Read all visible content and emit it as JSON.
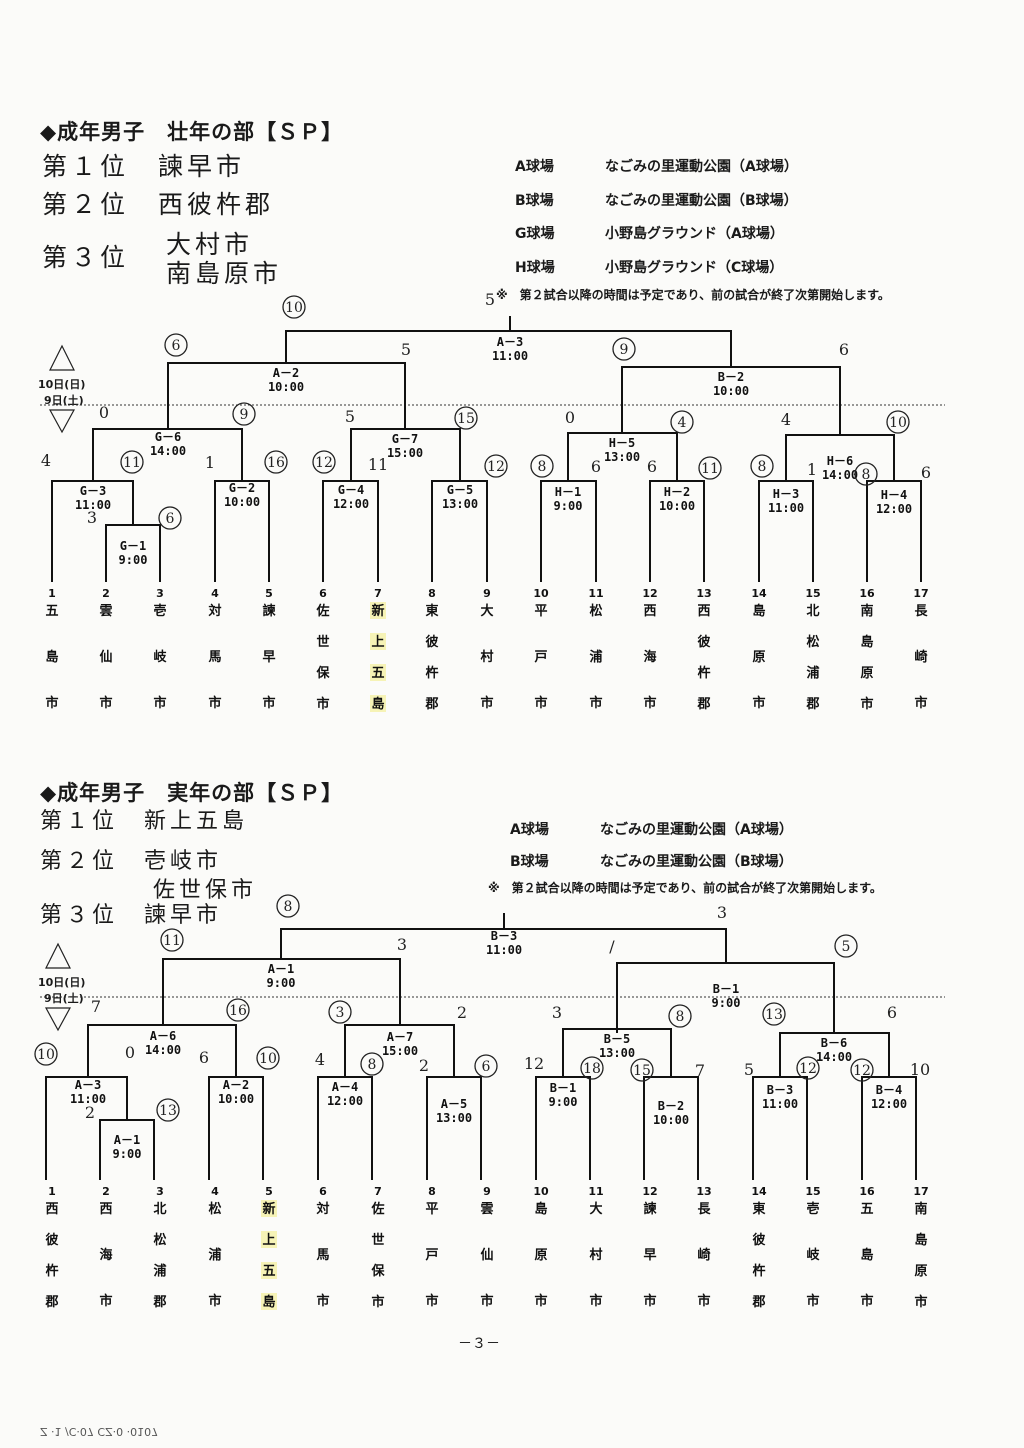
{
  "section1": {
    "title": "◆成年男子　壮年の部【ＳＰ】",
    "ranks": [
      {
        "label": "第１位",
        "team": "諫早市"
      },
      {
        "label": "第２位",
        "team": "西彼杵郡"
      },
      {
        "label": "第３位",
        "team": "大村市"
      },
      {
        "label": "",
        "team": "南島原市"
      }
    ],
    "venues": [
      {
        "code": "A球場",
        "name": "なごみの里運動公園（A球場）"
      },
      {
        "code": "B球場",
        "name": "なごみの里運動公園（B球場）"
      },
      {
        "code": "G球場",
        "name": "小野島グラウンド（A球場）"
      },
      {
        "code": "H球場",
        "name": "小野島グラウンド（C球場）"
      }
    ],
    "note": "※　第２試合以降の時間は予定であり、前の試合が終了次第開始します。",
    "date_top": "10日(日)",
    "date_bottom": "9日(土)",
    "teams": [
      {
        "num": "1",
        "chars": [
          "五",
          "島",
          "市"
        ]
      },
      {
        "num": "2",
        "chars": [
          "雲",
          "仙",
          "市"
        ]
      },
      {
        "num": "3",
        "chars": [
          "壱",
          "岐",
          "市"
        ]
      },
      {
        "num": "4",
        "chars": [
          "対",
          "馬",
          "市"
        ]
      },
      {
        "num": "5",
        "chars": [
          "諫",
          "早",
          "市"
        ]
      },
      {
        "num": "6",
        "chars": [
          "佐",
          "世",
          "保",
          "市"
        ]
      },
      {
        "num": "7",
        "chars": [
          "新",
          "上",
          "五",
          "島"
        ]
      },
      {
        "num": "8",
        "chars": [
          "東",
          "彼",
          "杵",
          "郡"
        ]
      },
      {
        "num": "9",
        "chars": [
          "大",
          "村",
          "市"
        ]
      },
      {
        "num": "10",
        "chars": [
          "平",
          "戸",
          "市"
        ]
      },
      {
        "num": "11",
        "chars": [
          "松",
          "浦",
          "市"
        ]
      },
      {
        "num": "12",
        "chars": [
          "西",
          "海",
          "市"
        ]
      },
      {
        "num": "13",
        "chars": [
          "西",
          "彼",
          "杵",
          "郡"
        ]
      },
      {
        "num": "14",
        "chars": [
          "島",
          "原",
          "市"
        ]
      },
      {
        "num": "15",
        "chars": [
          "北",
          "松",
          "浦",
          "郡"
        ]
      },
      {
        "num": "16",
        "chars": [
          "南",
          "島",
          "原",
          "市"
        ]
      },
      {
        "num": "17",
        "chars": [
          "長",
          "崎",
          "市"
        ]
      }
    ],
    "matches": [
      {
        "id": "G－1",
        "time": "9:00"
      },
      {
        "id": "G－3",
        "time": "11:00"
      },
      {
        "id": "G－2",
        "time": "10:00"
      },
      {
        "id": "G－4",
        "time": "12:00"
      },
      {
        "id": "G－5",
        "time": "13:00"
      },
      {
        "id": "H－1",
        "time": "9:00"
      },
      {
        "id": "H－2",
        "time": "10:00"
      },
      {
        "id": "H－3",
        "time": "11:00"
      },
      {
        "id": "H－4",
        "time": "12:00"
      },
      {
        "id": "G－6",
        "time": "14:00"
      },
      {
        "id": "G－7",
        "time": "15:00"
      },
      {
        "id": "H－5",
        "time": "13:00"
      },
      {
        "id": "H－6",
        "time": "14:00"
      },
      {
        "id": "A－2",
        "time": "10:00"
      },
      {
        "id": "B－2",
        "time": "10:00"
      },
      {
        "id": "A－3",
        "time": "11:00"
      }
    ]
  },
  "section2": {
    "title": "◆成年男子　実年の部【ＳＰ】",
    "ranks": [
      {
        "label": "第１位",
        "team": "新上五島"
      },
      {
        "label": "第２位",
        "team": "壱岐市"
      },
      {
        "label": "",
        "team": "佐世保市"
      },
      {
        "label": "第３位",
        "team": "諫早市"
      }
    ],
    "venues": [
      {
        "code": "A球場",
        "name": "なごみの里運動公園（A球場）"
      },
      {
        "code": "B球場",
        "name": "なごみの里運動公園（B球場）"
      }
    ],
    "note": "※　第２試合以降の時間は予定であり、前の試合が終了次第開始します。",
    "date_top": "10日(日)",
    "date_bottom": "9日(土)",
    "teams": [
      {
        "num": "1",
        "chars": [
          "西",
          "彼",
          "杵",
          "郡"
        ]
      },
      {
        "num": "2",
        "chars": [
          "西",
          "海",
          "市"
        ]
      },
      {
        "num": "3",
        "chars": [
          "北",
          "松",
          "浦",
          "郡"
        ]
      },
      {
        "num": "4",
        "chars": [
          "松",
          "浦",
          "市"
        ]
      },
      {
        "num": "5",
        "chars": [
          "新",
          "上",
          "五",
          "島"
        ]
      },
      {
        "num": "6",
        "chars": [
          "対",
          "馬",
          "市"
        ]
      },
      {
        "num": "7",
        "chars": [
          "佐",
          "世",
          "保",
          "市"
        ]
      },
      {
        "num": "8",
        "chars": [
          "平",
          "戸",
          "市"
        ]
      },
      {
        "num": "9",
        "chars": [
          "雲",
          "仙",
          "市"
        ]
      },
      {
        "num": "10",
        "chars": [
          "島",
          "原",
          "市"
        ]
      },
      {
        "num": "11",
        "chars": [
          "大",
          "村",
          "市"
        ]
      },
      {
        "num": "12",
        "chars": [
          "諫",
          "早",
          "市"
        ]
      },
      {
        "num": "13",
        "chars": [
          "長",
          "崎",
          "市"
        ]
      },
      {
        "num": "14",
        "chars": [
          "東",
          "彼",
          "杵",
          "郡"
        ]
      },
      {
        "num": "15",
        "chars": [
          "壱",
          "岐",
          "市"
        ]
      },
      {
        "num": "16",
        "chars": [
          "五",
          "島",
          "市"
        ]
      },
      {
        "num": "17",
        "chars": [
          "南",
          "島",
          "原",
          "市"
        ]
      }
    ],
    "matches": [
      {
        "id": "A－1",
        "time": "9:00"
      },
      {
        "id": "A－3",
        "time": "11:00"
      },
      {
        "id": "A－2",
        "time": "10:00"
      },
      {
        "id": "A－4",
        "time": "12:00"
      },
      {
        "id": "A－5",
        "time": "13:00"
      },
      {
        "id": "B－1",
        "time": "9:00"
      },
      {
        "id": "B－2",
        "time": "10:00"
      },
      {
        "id": "B－3",
        "time": "11:00"
      },
      {
        "id": "B－4",
        "time": "12:00"
      },
      {
        "id": "A－6",
        "time": "14:00"
      },
      {
        "id": "A－7",
        "time": "15:00"
      },
      {
        "id": "B－5",
        "time": "13:00"
      },
      {
        "id": "B－6",
        "time": "14:00"
      },
      {
        "id": "A－1",
        "time": "9:00"
      },
      {
        "id": "B－1",
        "time": "9:00"
      },
      {
        "id": "B－3",
        "time": "11:00"
      }
    ]
  },
  "page_number": "－３－",
  "footer_text": "Z ·1  /C·07  CZ·0  ·0107"
}
